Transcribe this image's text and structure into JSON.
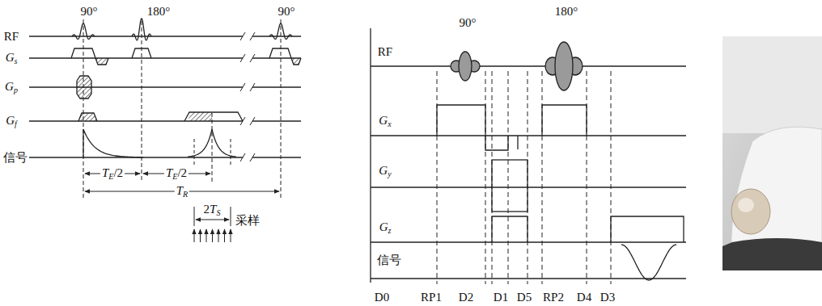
{
  "diagram": {
    "labels": [
      "90°",
      "180°",
      "90°",
      "RF",
      "Gs",
      "Gp",
      "Gf",
      "信号",
      "TE/2",
      "TE/2",
      "TR",
      "2TS",
      "采样",
      "90°",
      "180°",
      "RF",
      "Gx",
      "Gy",
      "Gz",
      "信号",
      "D0",
      "RP1",
      "D2",
      "D1",
      "D5",
      "RP2",
      "D4",
      "D3"
    ]
  }
}
